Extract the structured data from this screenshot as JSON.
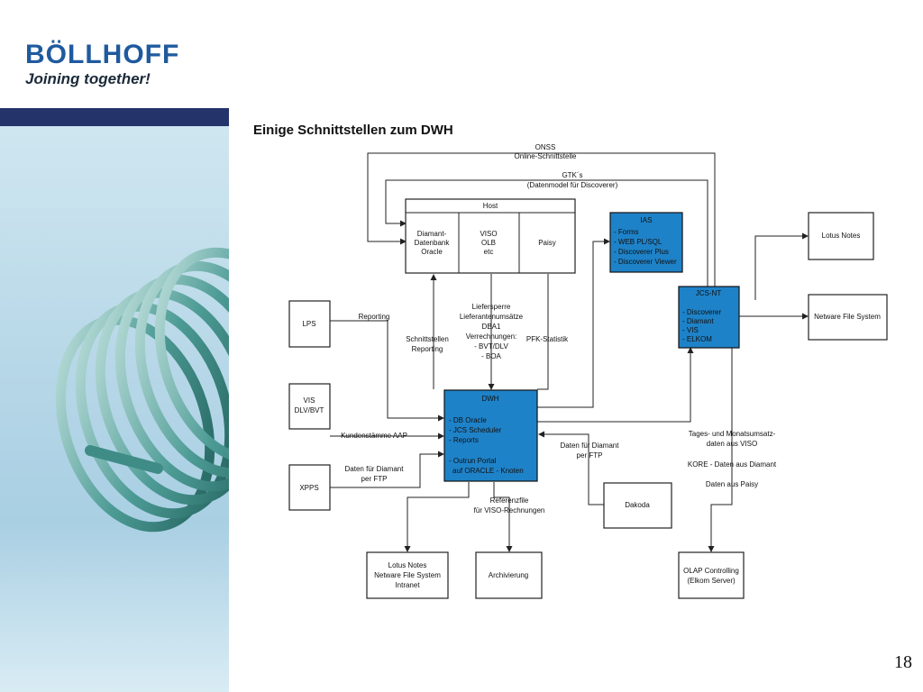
{
  "logo": {
    "word": "BÖLLHOFF",
    "tagline": "Joining together!"
  },
  "title": "Einige Schnittstellen zum DWH",
  "slide_number": "18",
  "labels": {
    "onss_1": "ONSS",
    "onss_2": "Online-Schnittstelle",
    "gtk_1": "GTK´s",
    "gtk_2": "(Datenmodel für Discoverer)",
    "host": "Host",
    "host_dm_1": "Diamant-",
    "host_dm_2": "Datenbank",
    "host_dm_3": "Oracle",
    "host_viso_1": "VISO",
    "host_viso_2": "OLB",
    "host_viso_3": "etc",
    "host_paisy": "Paisy",
    "ias_title": "IAS",
    "ias_1": "- Forms",
    "ias_2": "- WEB PL/SQL",
    "ias_3": "- Discoverer Plus",
    "ias_4": "- Discoverer Viewer",
    "lotus_notes": "Lotus Notes",
    "jcs_title": "JCS-NT",
    "jcs_1": "- Discoverer",
    "jcs_2": "- Diamant",
    "jcs_3": "- VIS",
    "jcs_4": "- ELKOM",
    "netware": "Netware File System",
    "lps": "LPS",
    "reporting": "Reporting",
    "schnitt_1": "Schnittstellen",
    "schnitt_2": "Reporting",
    "liefer_1": "Liefersperre",
    "liefer_2": "Lieferantenumsätze",
    "liefer_3": "DBA1",
    "liefer_4": "Verrechnungen:",
    "liefer_5": "- BVT/DLV",
    "liefer_6": "- BOA",
    "pfk": "PFK-Statistik",
    "vis_1": "VIS",
    "vis_2": "DLV/BVT",
    "kunden": "Kundenstämme AAP",
    "dwh_title": "DWH",
    "dwh_1": "- DB Oracle",
    "dwh_2": "- JCS Scheduler",
    "dwh_3": "- Reports",
    "dwh_4": "- Outrun Portal",
    "dwh_5": "auf ORACLE - Knoten",
    "xpps": "XPPS",
    "xpps_ftp_1": "Daten für Diamant",
    "xpps_ftp_2": "per FTP",
    "dakoda_ftp_1": "Daten für Diamant",
    "dakoda_ftp_2": "per FTP",
    "dakoda": "Dakoda",
    "tages_1": "Tages- und Monatsumsatz-",
    "tages_2": "daten aus VISO",
    "kore": "KORE - Daten aus Diamant",
    "paisy_data": "Daten aus Paisy",
    "ref_1": "Referenzfile",
    "ref_2": "für VISO-Rechnungen",
    "out_ln_1": "Lotus Notes",
    "out_ln_2": "Netware File System",
    "out_ln_3": "Intranet",
    "archiv": "Archivierung",
    "olap_1": "OLAP Controlling",
    "olap_2": "(Elkom Server)"
  },
  "colors": {
    "accent_blue": "#1e82c8",
    "brand_blue": "#1f5a9e",
    "bar_navy": "#24336a"
  }
}
